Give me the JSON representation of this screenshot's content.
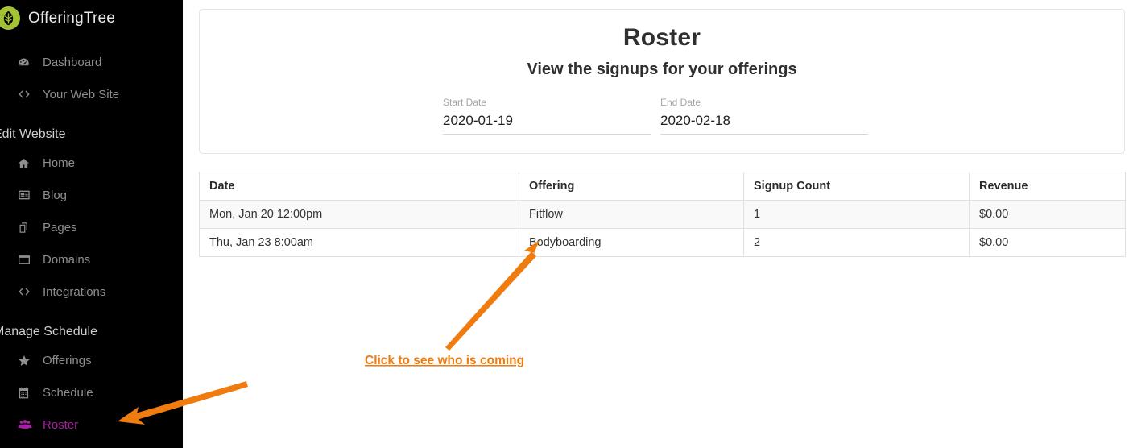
{
  "brand": {
    "name": "OfferingTree",
    "logo_icon": "tree-logo-icon",
    "logo_color": "#a3c334"
  },
  "sidebar": {
    "background_color": "#000000",
    "active_color": "#a81fa3",
    "top_items": [
      {
        "label": "Dashboard",
        "icon": "tachometer-icon"
      },
      {
        "label": "Your Web Site",
        "icon": "code-icon"
      }
    ],
    "sections": [
      {
        "title": "Edit Website",
        "items": [
          {
            "label": "Home",
            "icon": "home-icon"
          },
          {
            "label": "Blog",
            "icon": "newspaper-icon"
          },
          {
            "label": "Pages",
            "icon": "copy-icon"
          },
          {
            "label": "Domains",
            "icon": "window-icon"
          },
          {
            "label": "Integrations",
            "icon": "code-icon"
          }
        ]
      },
      {
        "title": "Manage Schedule",
        "items": [
          {
            "label": "Offerings",
            "icon": "star-icon"
          },
          {
            "label": "Schedule",
            "icon": "calendar-icon"
          },
          {
            "label": "Roster",
            "icon": "users-icon",
            "active": true
          }
        ]
      }
    ]
  },
  "header_card": {
    "title": "Roster",
    "subtitle": "View the signups for your offerings",
    "start_date": {
      "label": "Start Date",
      "value": "2020-01-19",
      "placeholder": "YYYY-MM-DD"
    },
    "end_date": {
      "label": "End Date",
      "value": "2020-02-18",
      "placeholder": "YYYY-MM-DD"
    }
  },
  "table": {
    "headers": [
      "Date",
      "Offering",
      "Signup Count",
      "Revenue"
    ],
    "rows": [
      {
        "date": "Mon, Jan 20 12:00pm",
        "offering": "Fitflow",
        "signup_count": "1",
        "revenue": "$0.00"
      },
      {
        "date": "Thu, Jan 23 8:00am",
        "offering": "Bodyboarding",
        "signup_count": "2",
        "revenue": "$0.00"
      }
    ]
  },
  "annotations": {
    "color": "#f07c10",
    "callout_text": "Click to see who is coming",
    "arrow_to_offering": "arrow-icon",
    "arrow_to_roster": "arrow-icon"
  }
}
